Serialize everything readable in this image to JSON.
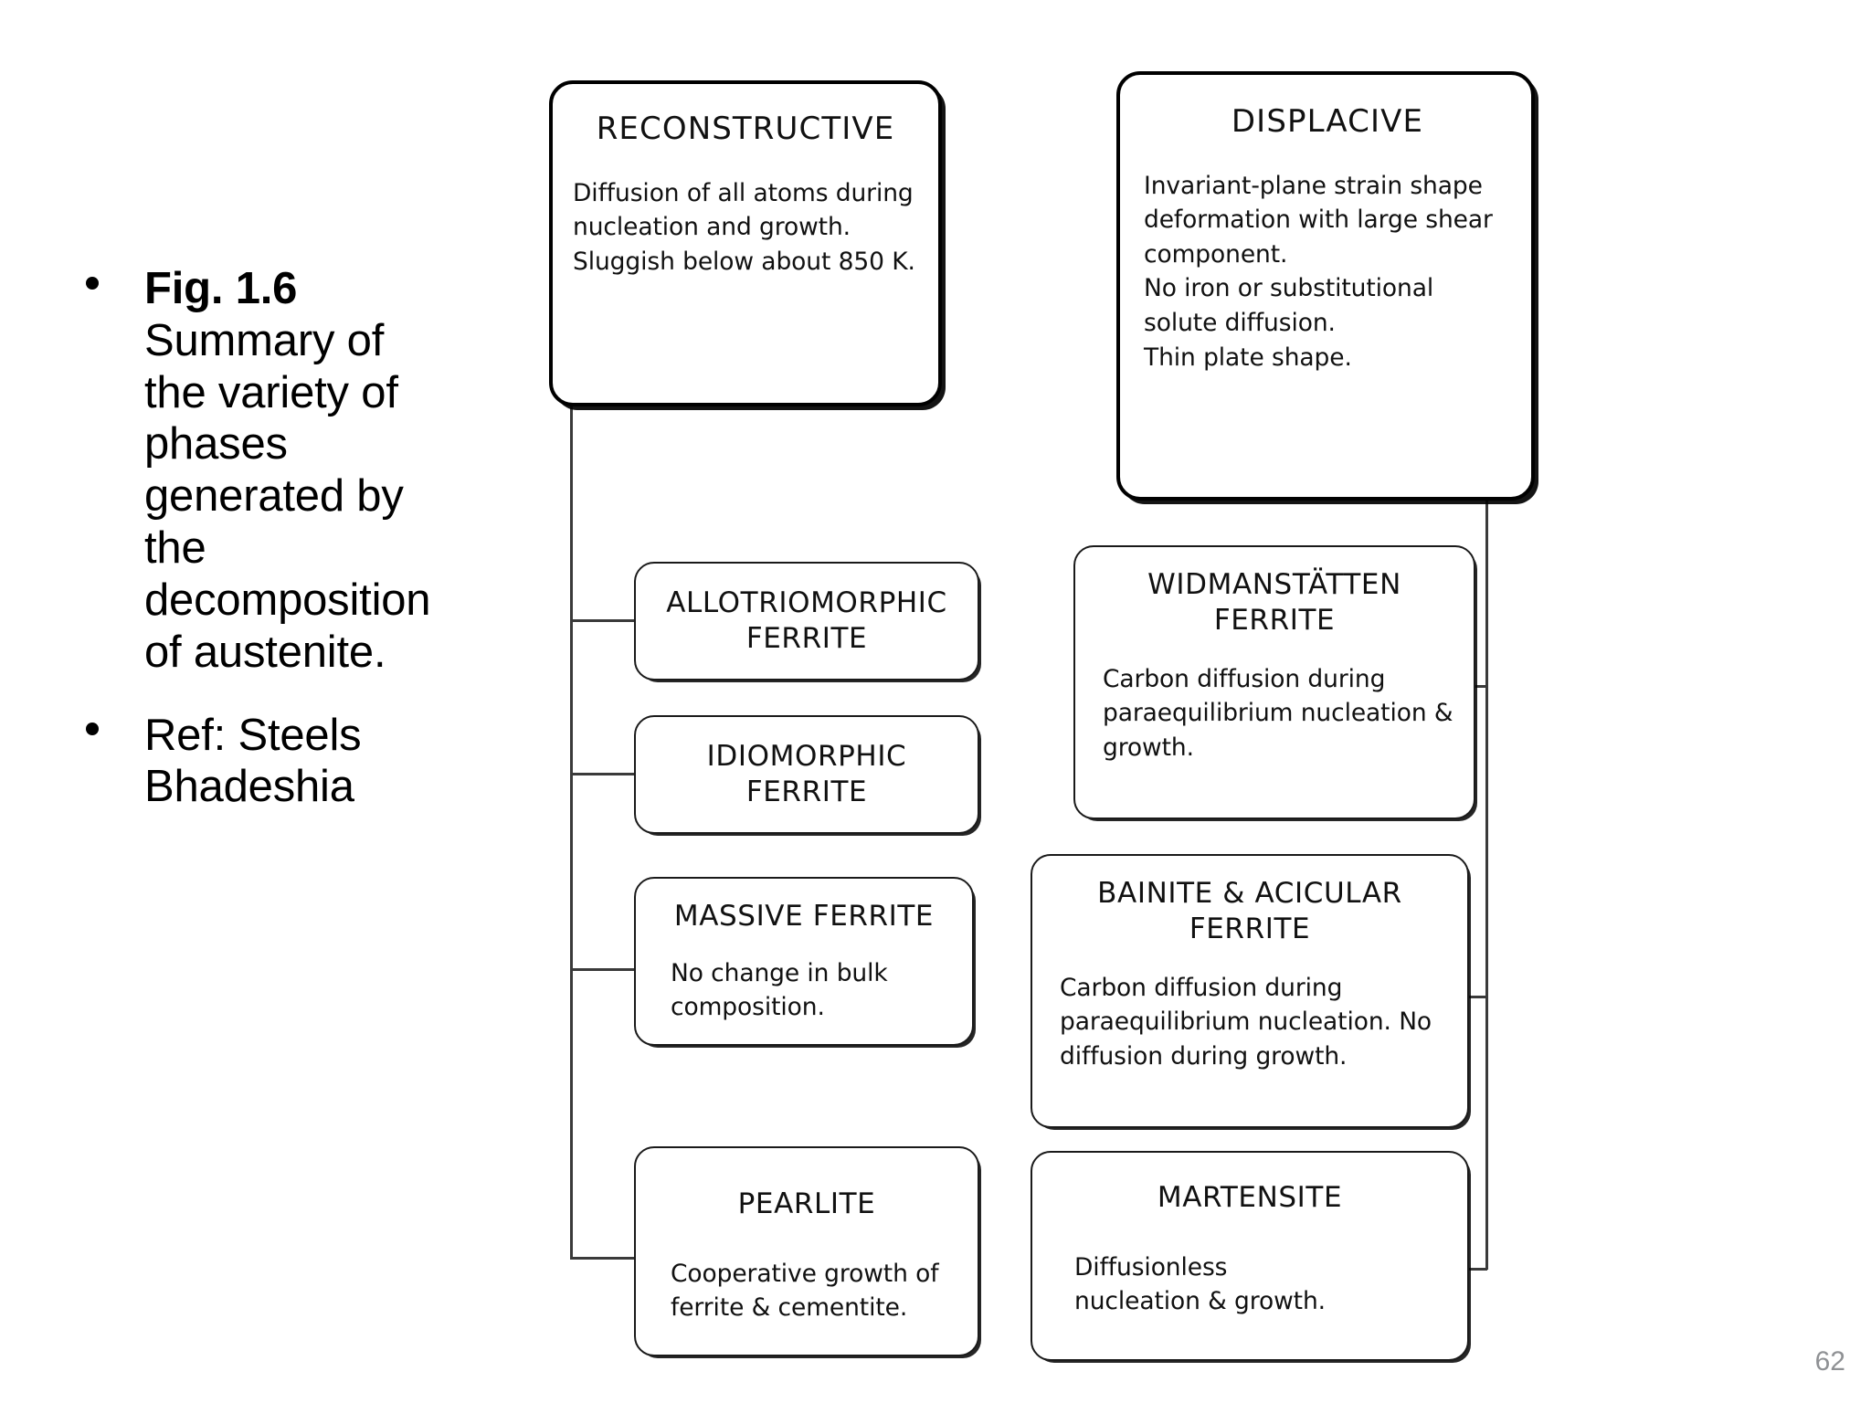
{
  "slide": {
    "page_number": "62",
    "background_color": "#ffffff",
    "page_number_color": "#8f9194"
  },
  "bullets": [
    {
      "lead": "Fig. 1.6",
      "rest": " Summary of the variety of phases generated by the decomposition of austenite.",
      "display_lines": [
        "Fig. 1.6",
        "Summary",
        "of the",
        "variety of",
        "phases",
        "generated",
        "by the",
        "decomposi",
        "tion of",
        "austenite."
      ]
    },
    {
      "lead": "",
      "rest": "Ref: Steels Bhadeshia",
      "display_lines": [
        "Ref: Steels",
        "Bhadeshia"
      ]
    }
  ],
  "diagram": {
    "title": "Summary of the variety of phases generated by the decomposition of austenite",
    "parents": [
      {
        "id": "reconstructive",
        "heading": "RECONSTRUCTIVE",
        "body": "Diffusion of all atoms during\nnucleation and growth.\nSluggish below about 850 K."
      },
      {
        "id": "displacive",
        "heading": "DISPLACIVE",
        "body": "Invariant-plane strain shape\ndeformation with large shear\ncomponent.\nNo iron or substitutional\nsolute diffusion.\nThin plate shape."
      }
    ],
    "reconstructive_children": [
      {
        "id": "allotriomorphic",
        "heading": "ALLOTRIOMORPHIC\nFERRITE",
        "body": ""
      },
      {
        "id": "idiomorphic",
        "heading": "IDIOMORPHIC\nFERRITE",
        "body": ""
      },
      {
        "id": "massive",
        "heading": "MASSIVE FERRITE",
        "body": "No change in bulk\ncomposition."
      },
      {
        "id": "pearlite",
        "heading": "PEARLITE",
        "body": "Cooperative growth of\nferrite & cementite."
      }
    ],
    "displacive_children": [
      {
        "id": "widmanstatten",
        "heading": "WIDMANSTÄTTEN\nFERRITE",
        "body": "Carbon diffusion during\nparaequilibrium nucleation &\ngrowth."
      },
      {
        "id": "bainite",
        "heading": "BAINITE & ACICULAR\nFERRITE",
        "body": "Carbon diffusion during\nparaequilibrium nucleation. No\ndiffusion during growth."
      },
      {
        "id": "martensite",
        "heading": "MARTENSITE",
        "body": "Diffusionless\nnucleation & growth."
      }
    ]
  }
}
